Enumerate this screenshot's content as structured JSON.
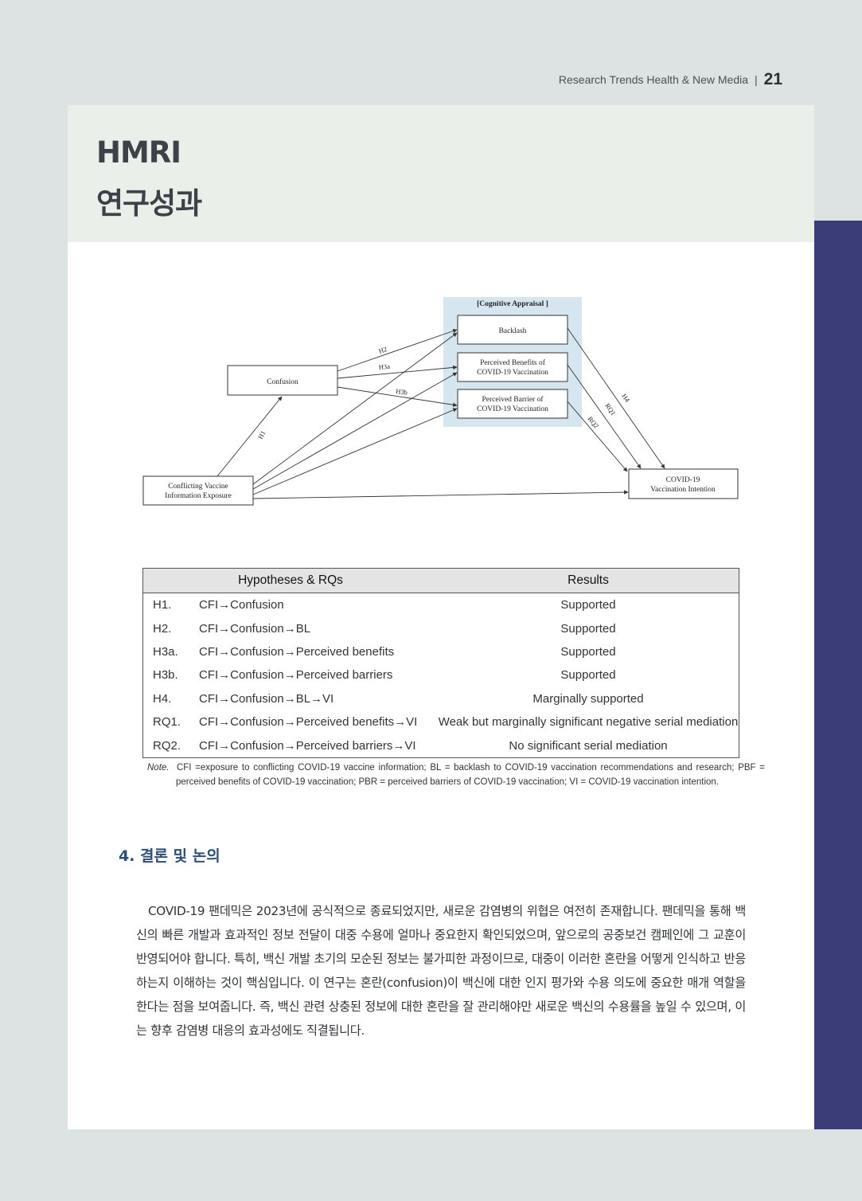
{
  "header": {
    "journal": "Research Trends Health & New Media",
    "separator": "|",
    "page_number": "21"
  },
  "title": {
    "line1": "HMRI",
    "line2": "연구성과"
  },
  "diagram": {
    "group_title": "[Cognitive Appraisal ]",
    "nodes": {
      "confusion": "Confusion",
      "backlash": "Backlash",
      "benefits_1": "Perceived Benefits of",
      "benefits_2": "COVID-19 Vaccination",
      "barrier_1": "Perceived Barrier of",
      "barrier_2": "COVID-19 Vaccination",
      "cvie_1": "Conflicting Vaccine",
      "cvie_2": "Information Exposure",
      "intention_1": "COVID-19",
      "intention_2": "Vaccination Intention"
    },
    "paths": {
      "h1": "H1",
      "h2": "H2",
      "h3a": "H3a",
      "h3b": "H3b",
      "h4": "H4",
      "rq1": "RQ1",
      "rq2": "RQ2"
    }
  },
  "table": {
    "headers": [
      "Hypotheses & RQs",
      "Results"
    ],
    "rows": [
      {
        "id": "H1.",
        "hyp": "CFI→Confusion",
        "result": "Supported"
      },
      {
        "id": "H2.",
        "hyp": "CFI→Confusion→BL",
        "result": "Supported"
      },
      {
        "id": "H3a.",
        "hyp": "CFI→Confusion→Perceived benefits",
        "result": "Supported"
      },
      {
        "id": "H3b.",
        "hyp": "CFI→Confusion→Perceived barriers",
        "result": "Supported"
      },
      {
        "id": "H4.",
        "hyp": "CFI→Confusion→BL→VI",
        "result": "Marginally supported"
      },
      {
        "id": "RQ1.",
        "hyp": "CFI→Confusion→Perceived benefits→VI",
        "result": "Weak but marginally significant negative serial mediation"
      },
      {
        "id": "RQ2.",
        "hyp": "CFI→Confusion→Perceived barriers→VI",
        "result": "No significant serial mediation"
      }
    ]
  },
  "note": {
    "label": "Note.",
    "text": "CFI =exposure to conflicting COVID-19 vaccine information; BL = backlash to COVID-19 vaccination recommendations and research; PBF = perceived benefits of COVID-19 vaccination; PBR = perceived barriers of COVID-19 vaccination; VI = COVID-19 vaccination intention."
  },
  "section": {
    "heading": "4. 결론 및 논의",
    "paragraph": "COVID-19 팬데믹은 2023년에 공식적으로 종료되었지만, 새로운 감염병의 위협은 여전히 존재합니다. 팬데믹을 통해 백신의 빠른 개발과 효과적인 정보 전달이 대중 수용에 얼마나 중요한지 확인되었으며, 앞으로의 공중보건 캠페인에 그 교훈이 반영되어야 합니다. 특히, 백신 개발 초기의 모순된 정보는 불가피한 과정이므로, 대중이 이러한 혼란을 어떻게 인식하고 반응하는지 이해하는 것이 핵심입니다. 이 연구는 혼란(confusion)이 백신에 대한 인지 평가와 수용 의도에 중요한 매개 역할을 한다는 점을 보여줍니다. 즉, 백신 관련 상충된 정보에 대한 혼란을 잘 관리해야만 새로운 백신의 수용률을 높일 수 있으며, 이는 향후 감염병 대응의 효과성에도 직결됩니다."
  },
  "colors": {
    "background": "#dde3e3",
    "title_band": "#eaefea",
    "side_bar": "#3a3d78",
    "section_heading": "#2e4f78",
    "appraisal_box": "#d6e6f1"
  }
}
